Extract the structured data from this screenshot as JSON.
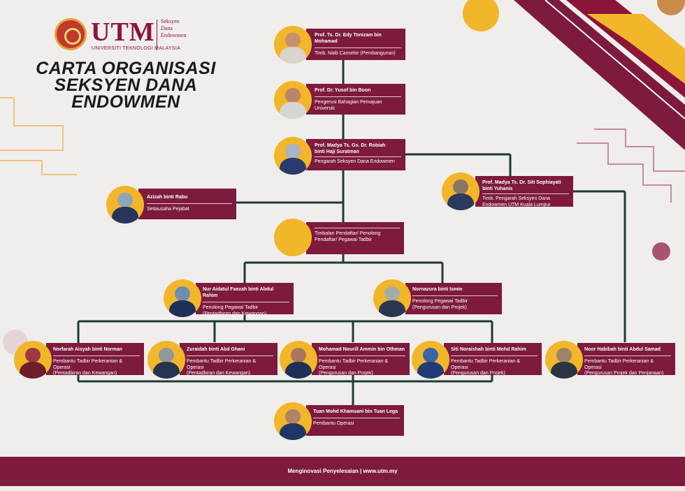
{
  "logo": {
    "wordmark": "UTM",
    "university": "UNIVERSITI TEKNOLOGI MALAYSIA",
    "unit_lines": [
      "Seksyen",
      "Dana",
      "Endowmen"
    ]
  },
  "title": "CARTA ORGANISASI\nSEKSYEN DANA\nENDOWMEN",
  "people": [
    {
      "id": "p1",
      "name": "Prof. Ts. Dr. Edy Tonizam bin Mohamad",
      "position": "Timb. Naib Canselor (Pembangunan)"
    },
    {
      "id": "p2",
      "name": "Prof. Dr. Yusof bin Boon",
      "position": "Pengerusi Bahagian Pemajuan Universiti"
    },
    {
      "id": "p3",
      "name": "Prof. Madya Ts. Gs. Dr. Robiah\nbinti Haji Suratman",
      "position": "Pengarah Seksyen Dana Endowmen"
    },
    {
      "id": "p4",
      "name": "Prof. Madya Ts. Dr. Siti Sophiayati\nbinti Yuhanis",
      "position": "Timb. Pengarah Seksyen Dana\nEndowmen UTM Kuala Lumpur"
    },
    {
      "id": "p5",
      "name": "Azizah binti Rabu",
      "position": "Setiausaha Pejabat"
    },
    {
      "id": "p6",
      "name": "",
      "position": "Timbalan Pendaftar/ Penolong\nPendaftar/ Pegawai Tadbir"
    },
    {
      "id": "p7",
      "name": "Nur Aidatul Faezah binti Abdul Rahim",
      "position": "Penolong Pegawai Tadbir\n(Pentadbiran dan Kewangan)"
    },
    {
      "id": "p8",
      "name": "Nornazura binti Ismin",
      "position": "Penolong Pegawai Tadbir\n(Pengurusan dan Projek)"
    },
    {
      "id": "p9",
      "name": "Norfarah Aisyah binti Norman",
      "position": "Pembantu Tadbir Perkeranian & Operasi\n(Pentadbiran dan Kewangan)"
    },
    {
      "id": "p10",
      "name": "Zuraidah binti Abd Ghani",
      "position": "Pembantu Tadbir Perkeranian & Operasi\n(Pentadbiran dan Kewangan)"
    },
    {
      "id": "p11",
      "name": "Mohamad Nourill Ammin bin Othman",
      "position": "Pembantu Tadbir Perkeranian & Operasi\n(Pengurusan dan Projek)"
    },
    {
      "id": "p12",
      "name": "Siti Noraishah binti Mohd Rahim",
      "position": "Pembantu Tadbir Perkeranian & Operasi\n(Pengurusan dan Projek)"
    },
    {
      "id": "p13",
      "name": "Noor Habibah binti Abdul Samad",
      "position": "Pembantu Tadbir Perkeranian & Operasi\n(Pengurusan Projek dan Penjanaan)"
    },
    {
      "id": "p14",
      "name": "Tuan Mohd Khamsani bin Tuan Lega",
      "position": "Pembantu Operasi"
    }
  ],
  "footer": "Menginovasi Penyelesaian  |  www.utm.my",
  "colors": {
    "maroon": "#7d1a3e",
    "gold": "#f2b62a",
    "line": "#1f3b33"
  }
}
